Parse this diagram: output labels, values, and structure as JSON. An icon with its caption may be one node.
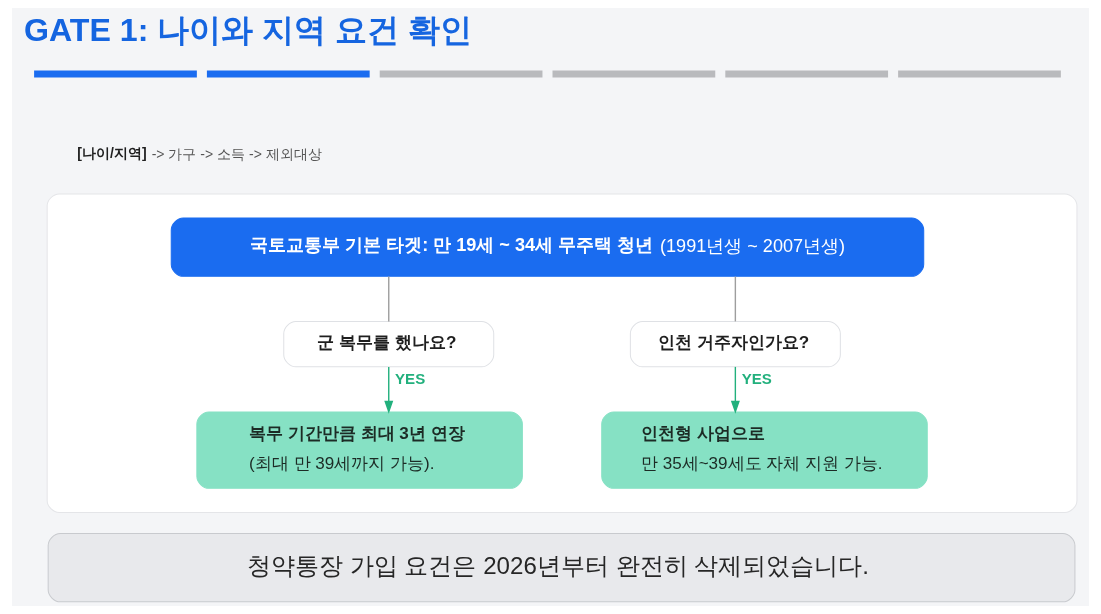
{
  "diagram": {
    "title": "GATE 1: 나이와 지역 요건 확인",
    "nodes": [
      {
        "text": [],
        "shape": "box"
      },
      {
        "text": [
          "**국토교통부 기본 타겟: 만 19세 ~ 34세 무주택 청년** (1991년생 ~ 2007년생)"
        ],
        "in": 0
      },
      {
        "text": [
          "군 복무를 했나요?"
        ],
        "in": 0
      },
      {
        "text": [
          "인천 거주자인가요?"
        ],
        "in": 0
      },
      {
        "text": [
          "복무 기간만큼 최대 3년 연장",
          "(최대 만 39세까지 가능)."
        ],
        "in": 0
      },
      {
        "text": [
          "인천형 사업으로",
          "만 35세~39세도 자체 지원 가능."
        ],
        "in": 0
      },
      {
        "text": [
          "청약통장 가입 요건은 2026년부터 완전히 삭제되었습니다."
        ]
      }
    ],
    "edges": [
      {
        "from": 1,
        "to": 2,
        "arrow": "none",
        "color": "#9e9e9e"
      },
      {
        "from": 1,
        "to": 3,
        "arrow": "none",
        "color": "#9e9e9e"
      },
      {
        "from": 2,
        "to": 4,
        "arrow": "to",
        "label": "YES",
        "color": "#22b07d"
      },
      {
        "from": 3,
        "to": 5,
        "arrow": "to",
        "label": "YES",
        "color": "#22b07d"
      }
    ],
    "labels": [
      "**[나이/지역]** -> 가구 -> 소득 -> 제외대상"
    ]
  }
}
